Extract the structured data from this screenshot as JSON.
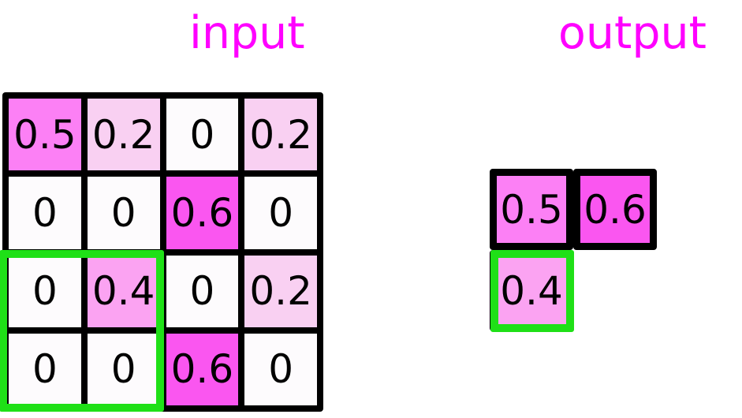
{
  "labels": {
    "input": "input",
    "output": "output",
    "label_color": "#ff00ff"
  },
  "colors": {
    "grid_line": "#000000",
    "background": "#ffffff",
    "zero_cell": "#fdfbfd",
    "highlight_border": "#1fe017",
    "v02": "#f9d0f2",
    "v04": "#fba3f2",
    "v05": "#fc80f5",
    "v06": "#fa56f0"
  },
  "chart_data": {
    "type": "heatmap",
    "title": "max pooling input / output",
    "input": {
      "label": "input",
      "rows": 4,
      "cols": 4,
      "values": [
        [
          0.5,
          0.2,
          0,
          0.2
        ],
        [
          0,
          0,
          0.6,
          0
        ],
        [
          0,
          0.4,
          0,
          0.2
        ],
        [
          0,
          0,
          0.6,
          0
        ]
      ],
      "cell_text": [
        [
          "0.5",
          "0.2",
          "0",
          "0.2"
        ],
        [
          "0",
          "0",
          "0.6",
          "0"
        ],
        [
          "0",
          "0.4",
          "0",
          "0.2"
        ],
        [
          "0",
          "0",
          "0.6",
          "0"
        ]
      ],
      "cell_colors": [
        [
          "#fc80f5",
          "#f9d0f2",
          "#fdfbfd",
          "#f9d0f2"
        ],
        [
          "#fdfbfd",
          "#fdfbfd",
          "#fa56f0",
          "#fdfbfd"
        ],
        [
          "#fdfbfd",
          "#fba3f2",
          "#fdfbfd",
          "#f9d0f2"
        ],
        [
          "#fdfbfd",
          "#fdfbfd",
          "#fa56f0",
          "#fdfbfd"
        ]
      ],
      "highlight": {
        "row_start": 3,
        "row_end": 4,
        "col_start": 1,
        "col_end": 2,
        "color": "#1fe017"
      }
    },
    "output": {
      "label": "output",
      "rows": 2,
      "cols": 2,
      "cell_text": [
        [
          "0.5",
          "0.6"
        ],
        [
          "0.4",
          ""
        ]
      ],
      "cell_colors": [
        [
          "#fc80f5",
          "#fa56f0"
        ],
        [
          "#fba3f2",
          "transparent"
        ]
      ],
      "cell_filled": [
        [
          true,
          true
        ],
        [
          true,
          false
        ]
      ],
      "highlight": {
        "row": 2,
        "col": 1,
        "color": "#1fe017"
      }
    }
  }
}
